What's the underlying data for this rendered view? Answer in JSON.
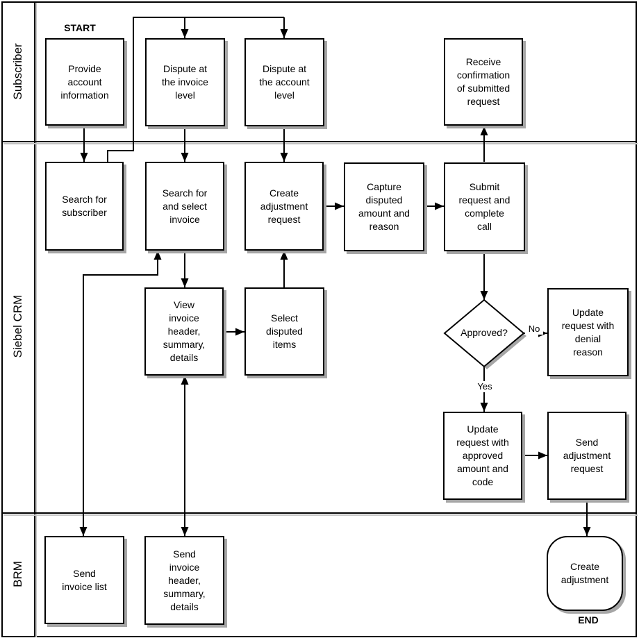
{
  "lanes": [
    {
      "id": "subscriber",
      "label": "Subscriber"
    },
    {
      "id": "siebel_crm",
      "label": "Siebel CRM"
    },
    {
      "id": "brm",
      "label": "BRM"
    }
  ],
  "markers": {
    "start": "START",
    "end": "END"
  },
  "edge_labels": {
    "yes": "Yes",
    "no": "No"
  },
  "nodes": {
    "provide_account": {
      "label": "Provide\naccount\ninformation"
    },
    "dispute_invoice": {
      "label": "Dispute at\nthe invoice\nlevel"
    },
    "dispute_account": {
      "label": "Dispute at\nthe account\nlevel"
    },
    "receive_confirmation": {
      "label": "Receive\nconfirmation\nof submitted\nrequest"
    },
    "search_subscriber": {
      "label": "Search for\nsubscriber"
    },
    "search_select_invoice": {
      "label": "Search for\nand select\ninvoice"
    },
    "create_adjustment_request": {
      "label": "Create\nadjustment\nrequest"
    },
    "capture_disputed": {
      "label": "Capture\ndisputed\namount and\nreason"
    },
    "submit_request": {
      "label": "Submit\nrequest and\ncomplete\ncall"
    },
    "view_invoice_header": {
      "label": "View\ninvoice\nheader,\nsummary,\ndetails"
    },
    "select_disputed_items": {
      "label": "Select\ndisputed\nitems"
    },
    "approved_decision": {
      "label": "Approved?"
    },
    "update_denial": {
      "label": "Update\nrequest with\ndenial\nreason"
    },
    "update_approved": {
      "label": "Update\nrequest with\napproved\namount and\ncode"
    },
    "send_adjustment_request": {
      "label": "Send\nadjustment\nrequest"
    },
    "send_invoice_list": {
      "label": "Send\ninvoice list"
    },
    "send_invoice_header": {
      "label": "Send\ninvoice\nheader,\nsummary,\ndetails"
    },
    "create_adjustment": {
      "label": "Create\nadjustment"
    }
  },
  "colors": {
    "background": "#ffffff",
    "line": "#000000",
    "box_fill": "#ffffff",
    "shadow": "#a6a6a6"
  }
}
